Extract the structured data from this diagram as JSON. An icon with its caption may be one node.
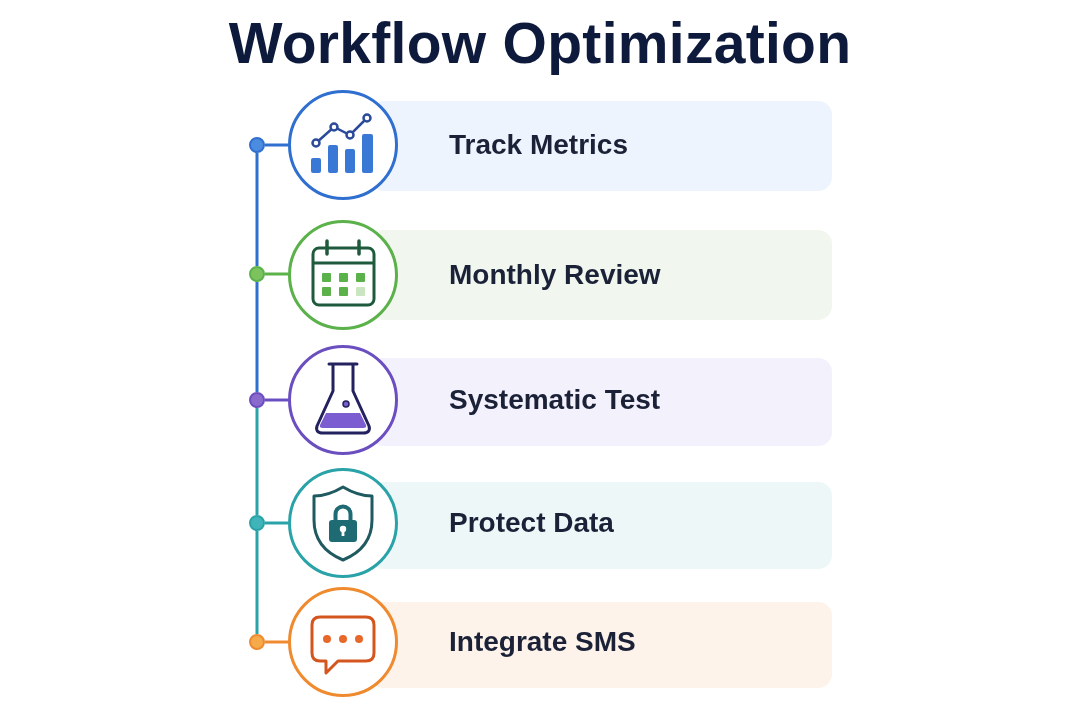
{
  "diagram": {
    "title": "Workflow Optimization",
    "nodes": [
      {
        "text": [
          "Track Metrics"
        ]
      },
      {
        "text": [
          "Monthly Review"
        ]
      },
      {
        "text": [
          "Systematic Test"
        ]
      },
      {
        "text": [
          "Protect Data"
        ]
      },
      {
        "text": [
          "Integrate SMS"
        ]
      },
      {
        "text": [],
        "shape": "circle"
      },
      {
        "text": [],
        "shape": "circle"
      },
      {
        "text": [],
        "shape": "circle"
      },
      {
        "text": [],
        "shape": "circle"
      },
      {
        "text": [],
        "shape": "circle"
      }
    ],
    "edges": [
      {
        "from": 5,
        "to": 0,
        "arrow": "none",
        "color": "#2f6fcf"
      },
      {
        "from": 6,
        "to": 1,
        "arrow": "none",
        "color": "#5bb14a"
      },
      {
        "from": 7,
        "to": 2,
        "arrow": "none",
        "color": "#6b4fc0"
      },
      {
        "from": 8,
        "to": 3,
        "arrow": "none",
        "color": "#2aa3a8"
      },
      {
        "from": 9,
        "to": 4,
        "arrow": "none",
        "color": "#ef8a2f"
      },
      {
        "from": 5,
        "to": 6,
        "arrow": "none",
        "color": "#2f6fcf"
      },
      {
        "from": 6,
        "to": 7,
        "arrow": "none",
        "color": "#2f6fcf"
      },
      {
        "from": 7,
        "to": 8,
        "arrow": "none",
        "color": "#2aa3a8"
      },
      {
        "from": 8,
        "to": 9,
        "arrow": "none",
        "color": "#2aa3a8"
      }
    ]
  }
}
